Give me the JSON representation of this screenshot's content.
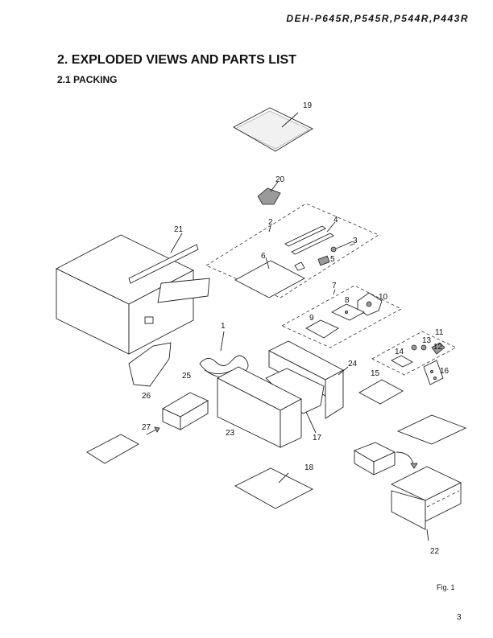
{
  "header": {
    "model": "DEH-P645R,P545R,P544R,P443R"
  },
  "section": {
    "title": "2. EXPLODED VIEWS AND PARTS LIST",
    "subtitle": "2.1 PACKING"
  },
  "callouts": [
    "1",
    "2",
    "3",
    "4",
    "5",
    "6",
    "7",
    "8",
    "9",
    "10",
    "11",
    "12",
    "13",
    "14",
    "15",
    "16",
    "17",
    "18",
    "19",
    "20",
    "21",
    "22",
    "23",
    "24",
    "25",
    "26",
    "27"
  ],
  "figure_label": "Fig. 1",
  "page_number": "3"
}
